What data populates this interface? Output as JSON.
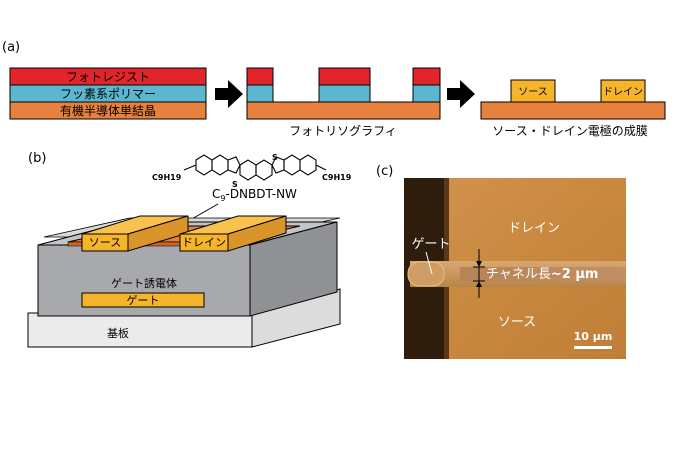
{
  "panel_a": {
    "label": "(a)",
    "layer_photoresist": "フォトレジスト",
    "layer_fluoropolymer": "フッ素系ポリマー",
    "layer_semiconductor": "有機半導体単結晶",
    "step2_caption": "フォトリソグラフィ",
    "source_label": "ソース",
    "drain_label": "ドレイン",
    "step3_caption": "ソース・ドレイン電極の成膜"
  },
  "panel_b": {
    "label": "(b)",
    "molecule_left_group": "C9H19",
    "molecule_right_group": "C9H19",
    "sulfur_top": "S",
    "sulfur_bottom": "S",
    "molecule_name_prefix": "C",
    "molecule_name_sub": "9",
    "molecule_name_suffix": "-DNBDT-NW",
    "source_label": "ソース",
    "drain_label": "ドレイン",
    "dielectric_label": "ゲート誘電体",
    "gate_label": "ゲート",
    "substrate_label": "基板"
  },
  "panel_c": {
    "label": "(c)",
    "drain_label": "ドレイン",
    "gate_label": "ゲート",
    "channel_label": "チャネル長",
    "channel_value": "~2 µm",
    "source_label": "ソース",
    "scale_label": "10 µm"
  },
  "colors": {
    "photoresist": "#e2242b",
    "fluoropolymer": "#5bb6cf",
    "semiconductor": "#e8813d",
    "electrode": "#f6b42b",
    "dielectric": "#a7a9ac",
    "substrate": "#e8e8e8",
    "micrograph": "#c98a42"
  }
}
